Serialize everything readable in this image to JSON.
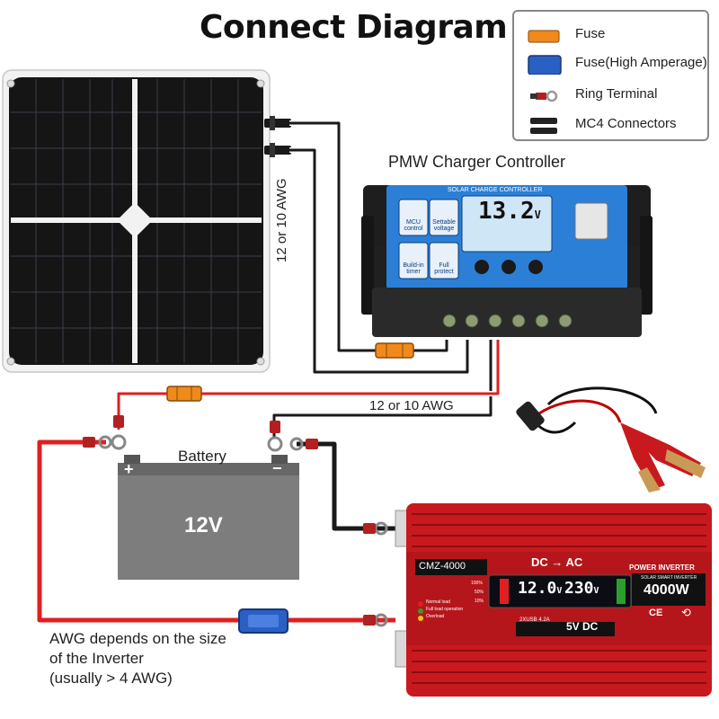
{
  "title": "Connect Diagram",
  "legend": [
    {
      "label": "Fuse",
      "icon": "fuse-icon",
      "color": "#f08a1c"
    },
    {
      "label": "Fuse(High Amperage)",
      "icon": "high-amperage-fuse-icon",
      "color": "#2a5fc4"
    },
    {
      "label": "Ring Terminal",
      "icon": "ring-terminal-icon",
      "color": "#b22020"
    },
    {
      "label": "MC4 Connectors",
      "icon": "mc4-connector-icon",
      "color": "#222222"
    }
  ],
  "controller": {
    "label": "PMW Charger Controller",
    "header": "SOLAR CHARGE CONTROLLER",
    "voltage": "13.2",
    "unit": "V",
    "buttons": [
      "MCU control",
      "Settable voltage",
      "Build-in timer",
      "Full protect"
    ]
  },
  "wire_labels": {
    "panel_to_controller": "12 or 10 AWG",
    "controller_to_battery": "12 or 10 AWG"
  },
  "battery": {
    "label": "Battery",
    "voltage": "12V",
    "positive": "+",
    "negative": "−"
  },
  "inverter": {
    "model": "CMZ-4000",
    "mode": "DC → AC",
    "badge": "POWER INVERTER",
    "sub": "SOLAR SMART INVERTER",
    "power": "4000W",
    "display_dc": "12.0",
    "display_ac": "230",
    "display_unit": "V",
    "usb": "5V DC",
    "usb_port": "2XUSB 4.2A",
    "status": [
      "Normal load",
      "Full load operation",
      "Overload"
    ],
    "levels": [
      "100%",
      "50%",
      "10%"
    ],
    "marks": [
      "CE",
      "⟲"
    ]
  },
  "note": [
    "AWG depends on the size",
    "of the Inverter",
    "(usually  > 4 AWG)"
  ],
  "colors": {
    "wire_red": "#e01f1f",
    "wire_black": "#1a1a1a",
    "controller_blue": "#2c7fd6",
    "inverter_red": "#c8191e",
    "battery_gray": "#7d7d7d"
  }
}
